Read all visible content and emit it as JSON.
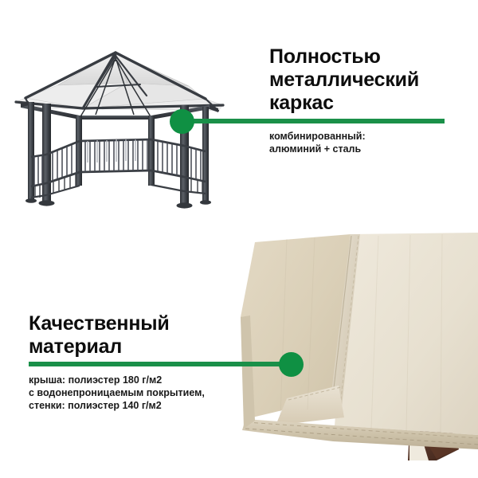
{
  "page": {
    "background": "#ffffff",
    "accent_green": "#1a9049",
    "frame_color": "#3f4349",
    "canopy_color": "#ded2bb"
  },
  "features": [
    {
      "id": "metal-frame",
      "title": "Полностью\nметаллический\nкаркас",
      "subtitle": "комбинированный:\nалюминий + сталь",
      "accent": "#1a9049"
    },
    {
      "id": "quality-material",
      "title": "Качественный\nматериал",
      "subtitle": "крыша: полиэстер 180 г/м2\nс водонепроницаемым покрытием,\nстенки: полиэстер 140 г/м2",
      "accent": "#1a9049"
    }
  ],
  "illustrations": {
    "gazebo": {
      "name": "hexagonal-gazebo-frame-illustration",
      "alt": "Шестигранный садовый павильон, металлический каркас"
    },
    "canopy": {
      "name": "canopy-fabric-corner-photo",
      "alt": "Угол бежевой тканевой крыши павильона"
    }
  },
  "markers": [
    {
      "id": "marker-frame",
      "label": "frame-callout-dot"
    },
    {
      "id": "marker-material",
      "label": "material-callout-dot"
    }
  ]
}
